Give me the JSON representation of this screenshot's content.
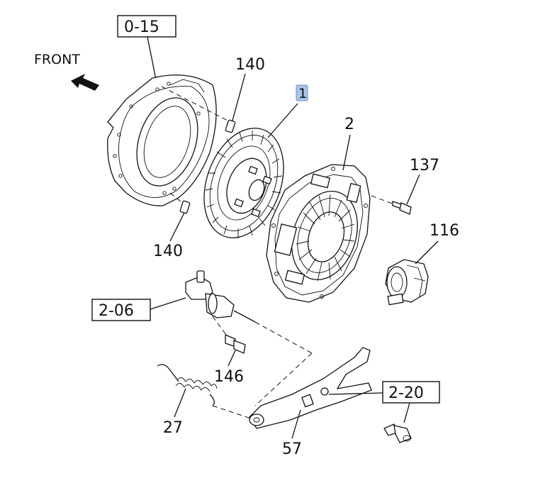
{
  "diagram": {
    "front_label": "FRONT",
    "refs": {
      "ref_0_15": "0-15",
      "ref_2_06": "2-06",
      "ref_2_20": "2-20"
    },
    "callouts": {
      "c1": "1",
      "c2": "2",
      "c140_top": "140",
      "c140_bottom": "140",
      "c137": "137",
      "c116": "116",
      "c146": "146",
      "c27": "27",
      "c57": "57"
    },
    "highlight_color": "#a8c4e8"
  }
}
